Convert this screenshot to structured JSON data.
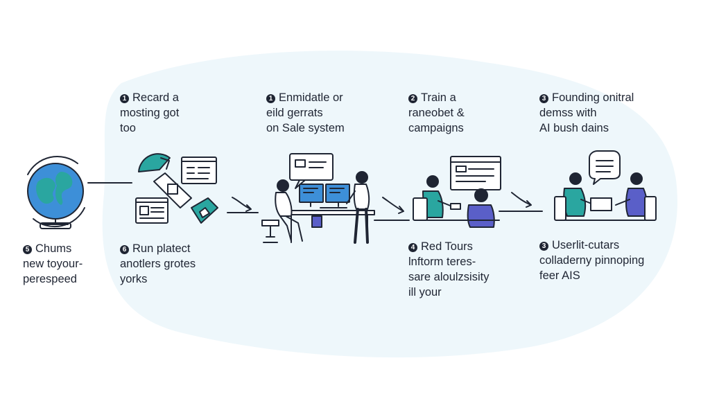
{
  "steps": [
    {
      "id": "s5",
      "badge": "5",
      "lines": [
        "Chums",
        "new toyour-",
        "perespeed"
      ]
    },
    {
      "id": "s1a",
      "badge": "1",
      "lines": [
        "Recard a",
        "mosting got",
        "too"
      ]
    },
    {
      "id": "s6",
      "badge": "6",
      "lines": [
        "Run platect",
        "anotlers grotes",
        "yorks"
      ]
    },
    {
      "id": "s1b",
      "badge": "1",
      "lines": [
        "Enmidatle or",
        "eild gerrats",
        "on Sale system"
      ]
    },
    {
      "id": "s2",
      "badge": "2",
      "lines": [
        "Train a",
        "raneobet &",
        "campaigns"
      ]
    },
    {
      "id": "s4",
      "badge": "4",
      "lines": [
        "Red Tours",
        "lnftorm teres-",
        "sare aloulzsisity",
        "ill your"
      ]
    },
    {
      "id": "s3a",
      "badge": "3",
      "lines": [
        "Founding onitral",
        "demss with",
        "AI bush dains"
      ]
    },
    {
      "id": "s3b",
      "badge": "3",
      "lines": [
        "Userlit-cutars",
        "colladerny pinnoping",
        "feer AIS"
      ]
    }
  ],
  "colors": {
    "teal": "#2aa6a0",
    "blue": "#3d8fd8",
    "navy": "#1f2533",
    "indigo": "#5a5fc8",
    "blob": "#eef7fb"
  },
  "icons": [
    "globe-icon",
    "tools-icon",
    "desk-workstation-icon",
    "laptop-meeting-icon",
    "chat-meeting-icon"
  ]
}
